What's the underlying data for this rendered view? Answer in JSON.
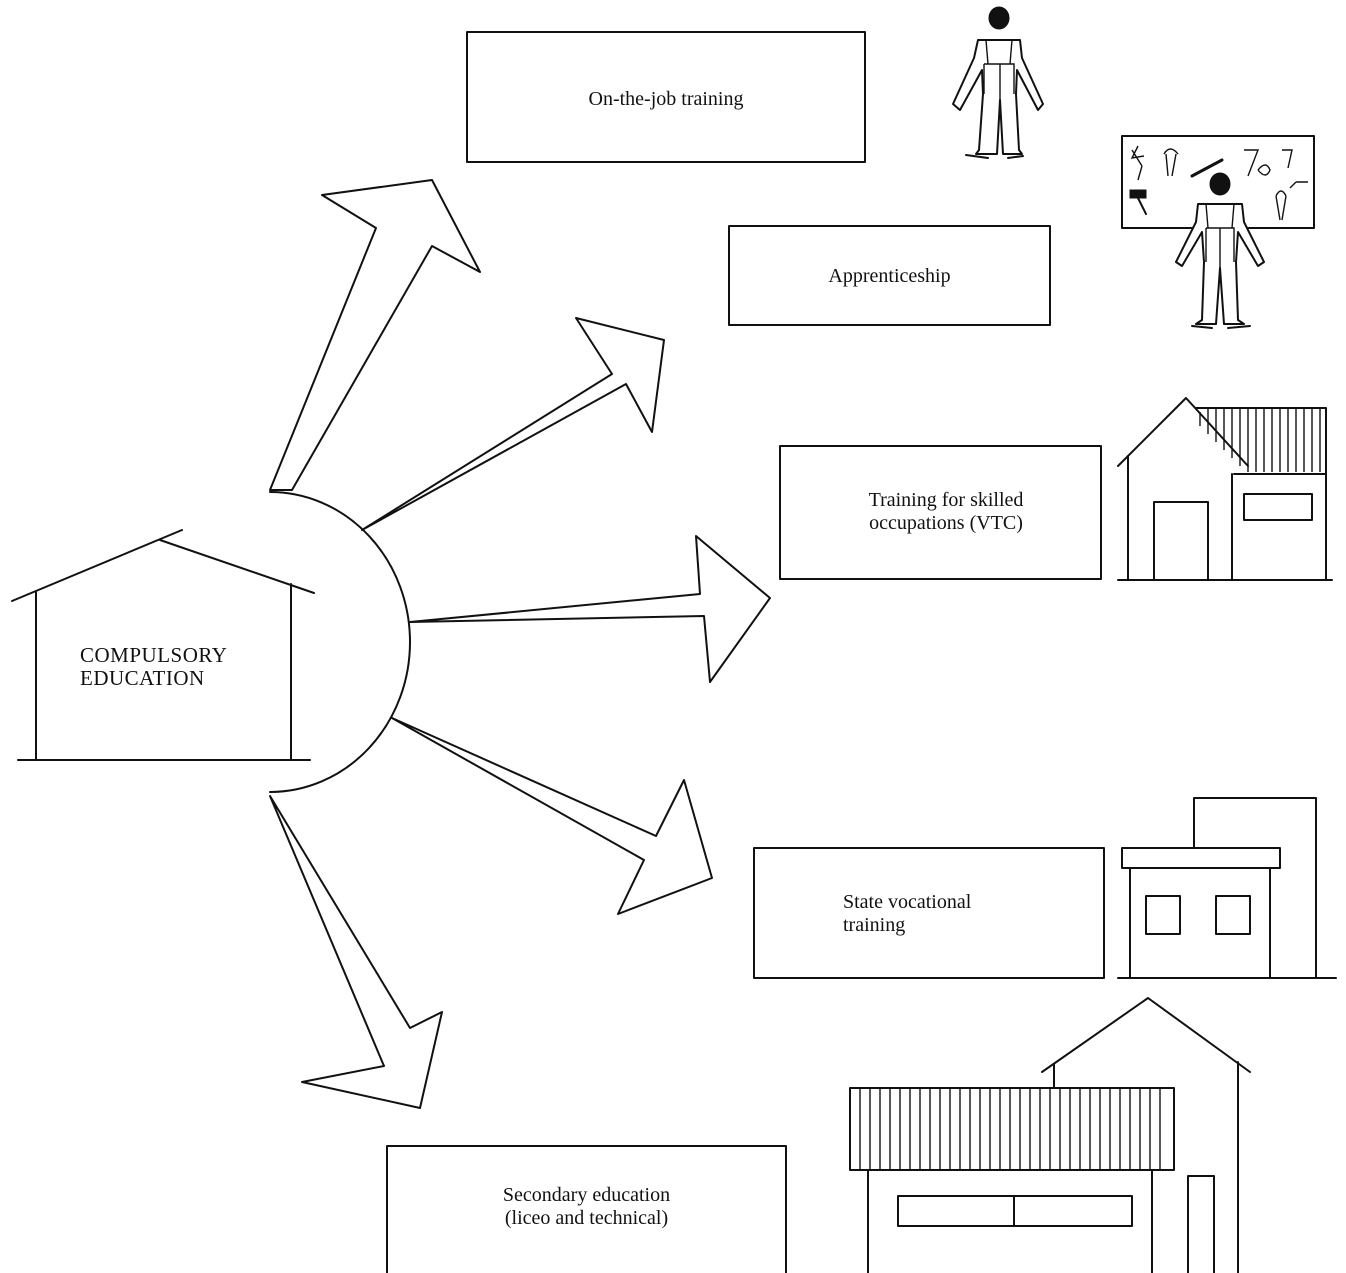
{
  "origin": {
    "line1": "COMPULSORY",
    "line2": "EDUCATION"
  },
  "paths": [
    {
      "id": "on-the-job",
      "line1": "On-the-job training",
      "line2": ""
    },
    {
      "id": "apprenticeship",
      "line1": "Apprenticeship",
      "line2": ""
    },
    {
      "id": "vtc",
      "line1": "Training for skilled",
      "line2": "occupations (VTC)"
    },
    {
      "id": "state-vocational",
      "line1": "State vocational",
      "line2": "training"
    },
    {
      "id": "secondary",
      "line1": "Secondary education",
      "line2": "(liceo and technical)"
    }
  ]
}
